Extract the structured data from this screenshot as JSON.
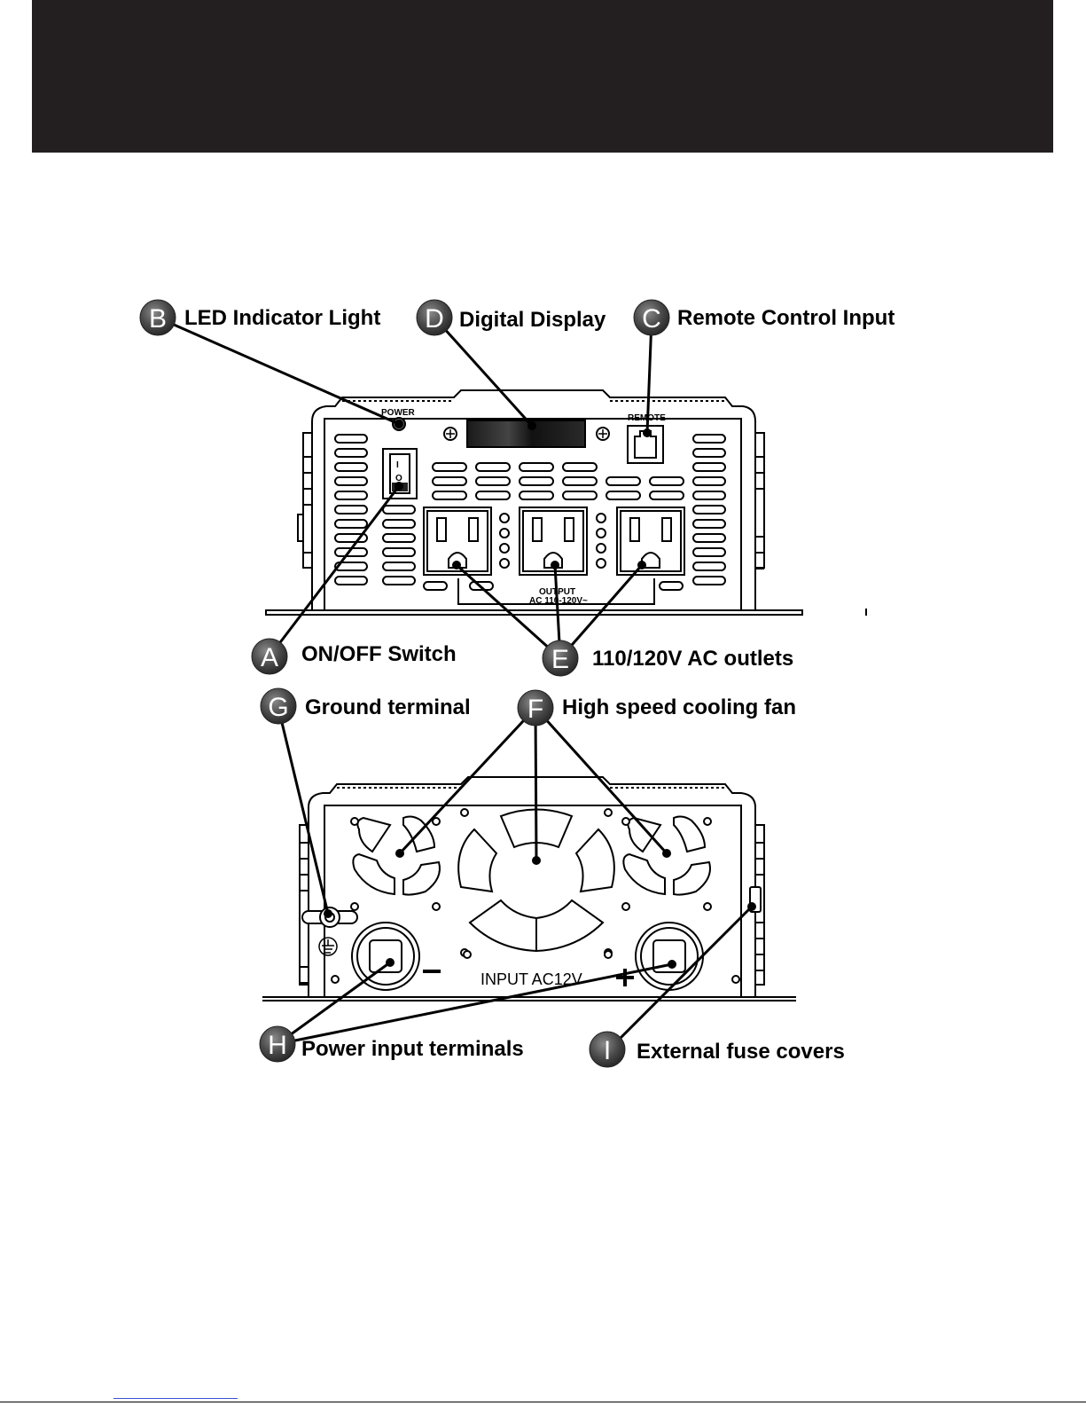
{
  "callouts": [
    {
      "letter": "B",
      "label": "LED Indicator Light"
    },
    {
      "letter": "D",
      "label": "Digital Display"
    },
    {
      "letter": "C",
      "label": "Remote Control Input"
    },
    {
      "letter": "A",
      "label": "ON/OFF Switch"
    },
    {
      "letter": "E",
      "label": "110/120V AC outlets"
    },
    {
      "letter": "G",
      "label": "Ground terminal"
    },
    {
      "letter": "F",
      "label": "High speed cooling fan"
    },
    {
      "letter": "H",
      "label": "Power input terminals"
    },
    {
      "letter": "I",
      "label": "External fuse covers"
    }
  ],
  "front_panel": {
    "power_label": "POWER",
    "remote_label": "REMOTE",
    "switch_on": "I",
    "switch_off": "O",
    "output_label": "OUTPUT",
    "output_voltage": "AC 110-120V~"
  },
  "rear_panel": {
    "input_label": "INPUT AC12V",
    "minus": "—",
    "plus": "+"
  },
  "colors": {
    "header": "#231f20",
    "badge": "#3a3a3a",
    "line": "#000000"
  }
}
